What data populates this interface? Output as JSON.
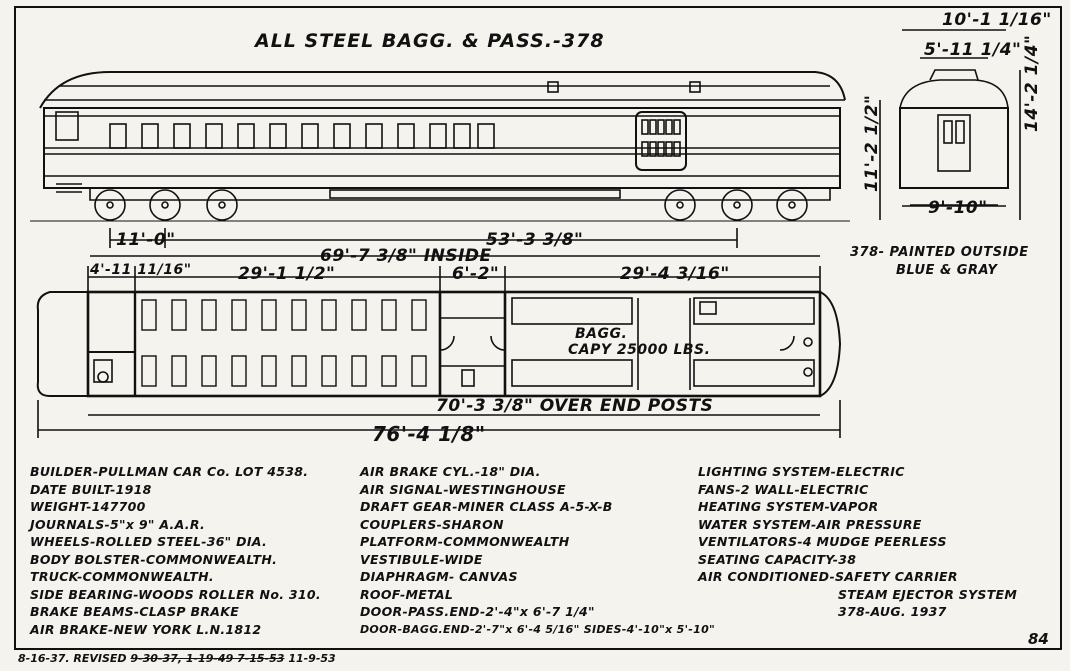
{
  "title": "ALL STEEL BAGG. & PASS.-378",
  "side_elevation_dims": {
    "truck_wheelbase": "11'-0\"",
    "truck_centers": "53'-3 3/8\"",
    "inside_length": "69'-7 3/8\" INSIDE"
  },
  "end_view_dims": {
    "width_overall": "10'-1 1/16\"",
    "roof_width": "5'-11 1/4\"",
    "height_overall": "14'-2 1/4\"",
    "height_body": "11'-2 1/2\"",
    "width_trucks": "9'-10\""
  },
  "plan_dims": {
    "vestibule": "4'-11 11/16\"",
    "passenger_section": "29'-1 1/2\"",
    "center_section": "6'-2\"",
    "baggage_section": "29'-4 3/16\"",
    "over_end_posts": "70'-3 3/8\" OVER END POSTS",
    "overall_length": "76'-4 1/8\""
  },
  "baggage_label": [
    "BAGG.",
    "CAPY 25000 LBS."
  ],
  "paint_note": [
    "378- PAINTED OUTSIDE",
    "BLUE & GRAY"
  ],
  "specs_col1": [
    "BUILDER-PULLMAN CAR Co. LOT 4538.",
    "DATE BUILT-1918",
    "WEIGHT-147700",
    "JOURNALS-5\"x 9\" A.A.R.",
    "WHEELS-ROLLED STEEL-36\" DIA.",
    "BODY BOLSTER-COMMONWEALTH.",
    "TRUCK-COMMONWEALTH.",
    "SIDE BEARING-WOODS ROLLER No. 310.",
    "BRAKE BEAMS-CLASP BRAKE",
    "AIR BRAKE-NEW YORK L.N.1812"
  ],
  "specs_col2": [
    "AIR BRAKE CYL.-18\" DIA.",
    "AIR SIGNAL-WESTINGHOUSE",
    "DRAFT GEAR-MINER CLASS A-5-X-B",
    "COUPLERS-SHARON",
    "PLATFORM-COMMONWEALTH",
    "VESTIBULE-WIDE",
    "DIAPHRAGM- CANVAS",
    "ROOF-METAL",
    "DOOR-PASS.END-2'-4\"x 6'-7 1/4\"",
    "DOOR-BAGG.END-2'-7\"x 6'-4 5/16\" SIDES-4'-10\"x 5'-10\""
  ],
  "specs_col3": [
    "LIGHTING SYSTEM-ELECTRIC",
    "FANS-2 WALL-ELECTRIC",
    "HEATING SYSTEM-VAPOR",
    "WATER SYSTEM-AIR PRESSURE",
    "VENTILATORS-4 MUDGE PEERLESS",
    "SEATING CAPACITY-38",
    "AIR CONDITIONED-SAFETY CARRIER",
    "STEAM EJECTOR SYSTEM",
    "378-AUG. 1937"
  ],
  "page_number": "84",
  "revision": {
    "prefix": "8-16-37. REVISED",
    "struck": "9-30-37, 1-19-49 7-15-53",
    "current": "11-9-53"
  }
}
